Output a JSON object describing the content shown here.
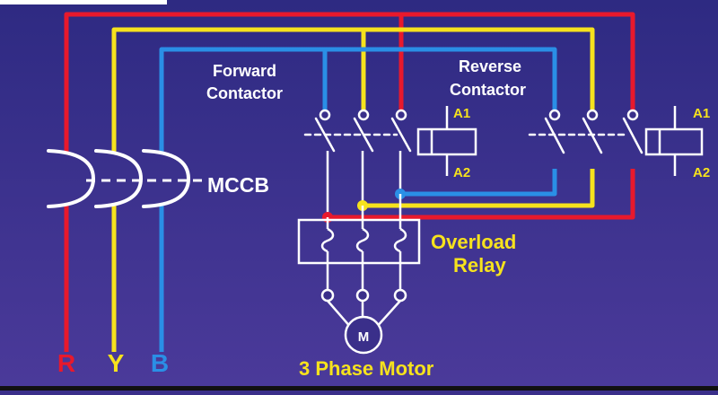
{
  "labels": {
    "forward": [
      "Forward",
      "Contactor"
    ],
    "reverse": [
      "Reverse",
      "Contactor"
    ],
    "mccb": "MCCB",
    "a1": "A1",
    "a2": "A2",
    "overload": [
      "Overload",
      "Relay"
    ],
    "motor_symbol": "M",
    "motor": "3 Phase Motor",
    "phase_r": "R",
    "phase_y": "Y",
    "phase_b": "B"
  },
  "colors": {
    "background_top": "#2e2a82",
    "background_bottom": "#4b3a9a",
    "red": "#e8192c",
    "yellow": "#f6e21d",
    "blue": "#2a8fe6",
    "white": "#ffffff",
    "label_yellow": "#f6e21d"
  }
}
